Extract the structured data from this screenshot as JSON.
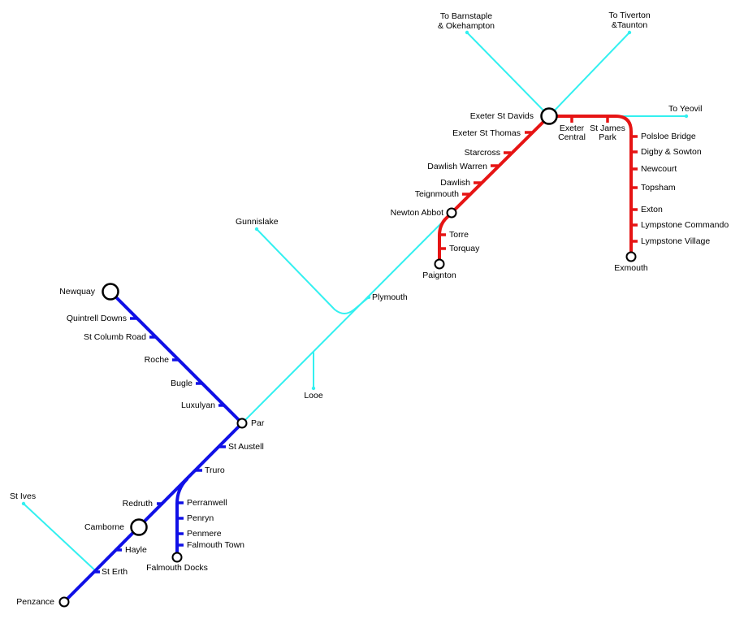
{
  "colors": {
    "connections": "#33f0f0",
    "cornwall_lines": "#1010e6",
    "devon_lines": "#e61414",
    "station": "#000000"
  },
  "connections": {
    "to_barnstaple": "To Barnstaple",
    "to_barnstaple_2": "& Okehampton",
    "to_tiverton": "To Tiverton",
    "to_tiverton_2": "&Taunton",
    "to_yeovil": "To Yeovil",
    "gunnislake": "Gunnislake",
    "plymouth": "Plymouth",
    "looe": "Looe",
    "st_ives": "St Ives"
  },
  "devon_stations": {
    "exeter_st_davids": "Exeter St Davids",
    "exeter_st_thomas": "Exeter St Thomas",
    "starcross": "Starcross",
    "dawlish_warren": "Dawlish Warren",
    "dawlish": "Dawlish",
    "teignmouth": "Teignmouth",
    "newton_abbot": "Newton Abbot",
    "torre": "Torre",
    "torquay": "Torquay",
    "paignton": "Paignton",
    "exeter_central": "Exeter",
    "exeter_central_2": "Central",
    "st_james": "St James",
    "st_james_2": "Park",
    "polsloe_bridge": "Polsloe Bridge",
    "digby_sowton": "Digby & Sowton",
    "newcourt": "Newcourt",
    "topsham": "Topsham",
    "exton": "Exton",
    "lympstone_commando": "Lympstone Commando",
    "lympstone_village": "Lympstone Village",
    "exmouth": "Exmouth"
  },
  "cornwall_stations": {
    "newquay": "Newquay",
    "quintrell_downs": "Quintrell Downs",
    "st_columb_road": "St Columb Road",
    "roche": "Roche",
    "bugle": "Bugle",
    "luxulyan": "Luxulyan",
    "par": "Par",
    "st_austell": "St Austell",
    "truro": "Truro",
    "redruth": "Redruth",
    "camborne": "Camborne",
    "hayle": "Hayle",
    "st_erth": "St Erth",
    "penzance": "Penzance",
    "perranwell": "Perranwell",
    "penryn": "Penryn",
    "penmere": "Penmere",
    "falmouth_town": "Falmouth Town",
    "falmouth_docks": "Falmouth Docks"
  }
}
